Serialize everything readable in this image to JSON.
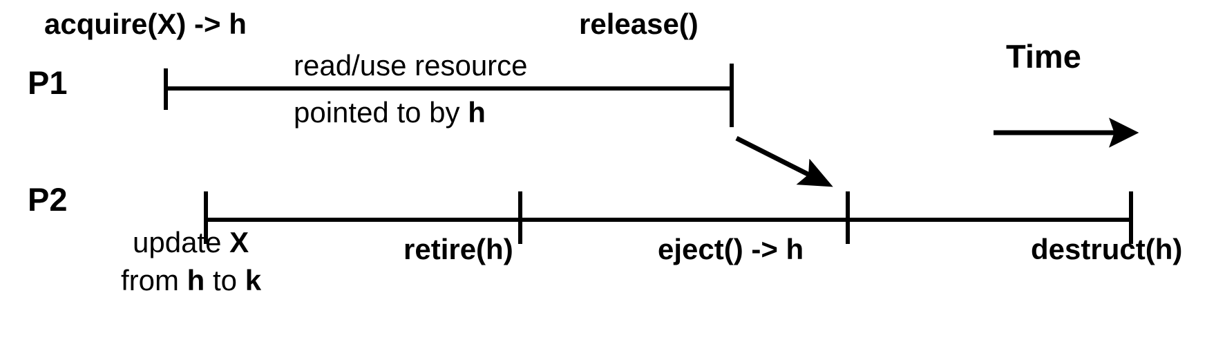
{
  "diagram": {
    "title_hidden": "",
    "background_color": "#ffffff",
    "stroke_color": "#000000",
    "lanes": [
      {
        "id": "p1",
        "label": "P1"
      },
      {
        "id": "p2",
        "label": "P2"
      }
    ],
    "p1": {
      "lane_label": "P1",
      "start_event": "acquire(X) -> h",
      "end_event": "release()",
      "span_text_line1": "read/use resource",
      "span_text_line2_prefix": "pointed to by ",
      "span_text_line2_var": "h"
    },
    "p2": {
      "lane_label": "P2",
      "events": [
        {
          "id": "update",
          "label_line1_prefix": "update ",
          "label_line1_var": "X",
          "label_line2_prefix": "from ",
          "label_line2_var1": "h",
          "label_line2_mid": " to ",
          "label_line2_var2": "k"
        },
        {
          "id": "retire",
          "label": "retire(h)"
        },
        {
          "id": "eject",
          "label": "eject() -> h"
        },
        {
          "id": "destruct",
          "label": "destruct(h)"
        }
      ]
    },
    "time_axis": {
      "label": "Time",
      "direction": "right"
    },
    "causal_arrow": {
      "from": "release()",
      "to": "eject() -> h"
    }
  }
}
